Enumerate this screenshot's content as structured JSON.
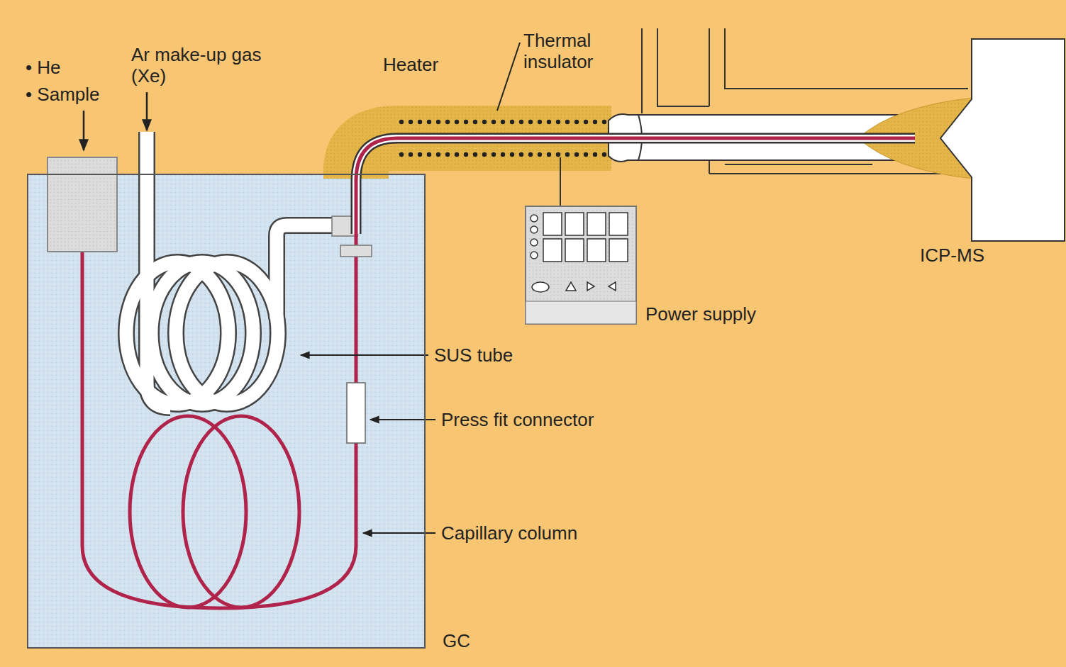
{
  "diagram": {
    "nodes": [
      {
        "text": [
          "GC"
        ]
      },
      {
        "text": [
          "Power supply"
        ]
      },
      {
        "text": [
          "ICP-MS"
        ]
      }
    ],
    "labels": [
      "• He",
      "• Sample",
      "Ar make-up gas (Xe)",
      "Heater",
      "Thermal insulator",
      "SUS tube",
      "Press fit connector",
      "Capillary column"
    ]
  }
}
